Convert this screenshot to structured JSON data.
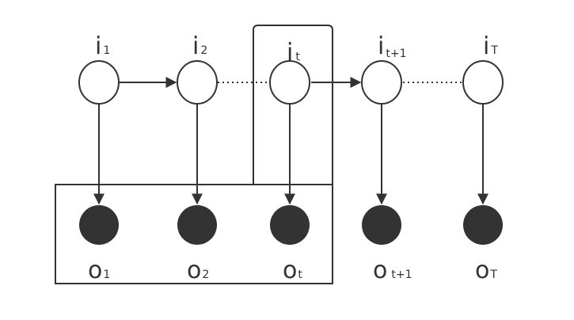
{
  "colors": {
    "stroke": "#333333",
    "observed_fill": "#333333",
    "hidden_fill": "#ffffff",
    "background": "#ffffff"
  },
  "hidden_states": [
    {
      "letter": "i",
      "sub": "1"
    },
    {
      "letter": "i",
      "sub": "2"
    },
    {
      "letter": "i",
      "sub": "t"
    },
    {
      "letter": "i",
      "sub": "t+1"
    },
    {
      "letter": "i",
      "sub": "T"
    }
  ],
  "observations": [
    {
      "letter": "o",
      "sub": "1"
    },
    {
      "letter": "o",
      "sub": "2"
    },
    {
      "letter": "o",
      "sub": "t"
    },
    {
      "letter": "o",
      "sub": "t+1"
    },
    {
      "letter": "o",
      "sub": "T"
    }
  ],
  "edges": [
    {
      "from": "hidden_states.0",
      "to": "hidden_states.1",
      "style": "solid-arrow"
    },
    {
      "from": "hidden_states.1",
      "to": "hidden_states.2",
      "style": "dotted"
    },
    {
      "from": "hidden_states.2",
      "to": "hidden_states.3",
      "style": "solid-arrow"
    },
    {
      "from": "hidden_states.3",
      "to": "hidden_states.4",
      "style": "dotted"
    },
    {
      "from": "hidden_states.0",
      "to": "observations.0",
      "style": "solid-arrow"
    },
    {
      "from": "hidden_states.1",
      "to": "observations.1",
      "style": "solid-arrow"
    },
    {
      "from": "hidden_states.2",
      "to": "observations.2",
      "style": "solid-arrow"
    },
    {
      "from": "hidden_states.3",
      "to": "observations.3",
      "style": "solid-arrow"
    },
    {
      "from": "hidden_states.4",
      "to": "observations.4",
      "style": "solid-arrow"
    }
  ],
  "groups": [
    {
      "members": [
        "observations.0",
        "observations.1",
        "observations.2"
      ]
    },
    {
      "members": [
        "hidden_states.2"
      ]
    }
  ]
}
